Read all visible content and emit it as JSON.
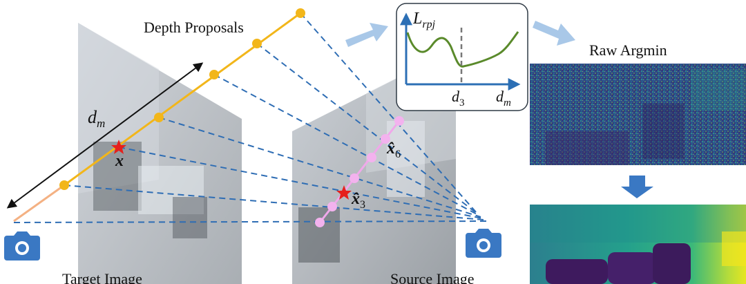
{
  "labels": {
    "depth_proposals": "Depth Proposals",
    "raw_argmin": "Raw Argmin",
    "target_image": "Target Image",
    "source_image": "Source Image",
    "d_m": "d",
    "d_m_sub": "m",
    "x": "x",
    "x_hat_6": "x̂",
    "x_hat_6_sub": "6",
    "x_hat_3": "x̂",
    "x_hat_3_sub": "3"
  },
  "inset_plot": {
    "y_label": "L",
    "y_label_sub": "rpj",
    "x_label": "d",
    "x_label_sub": "m",
    "marker_label": "d",
    "marker_label_sub": "3"
  },
  "colors": {
    "depth_line": "#f2b61a",
    "depth_line_near": "#f4b183",
    "proposal_point": "#f2b61a",
    "ray": "#2e6db4",
    "epipolar_point": "#f3b2ee",
    "epipolar_line": "#f0a8ea",
    "star": "#e5201c",
    "flow_arrow": "#a9c8e8",
    "down_arrow": "#3a78c3",
    "camera": "#3a78c3",
    "plot_curve": "#5a8a2b",
    "plot_axes": "#2c6fb5"
  }
}
